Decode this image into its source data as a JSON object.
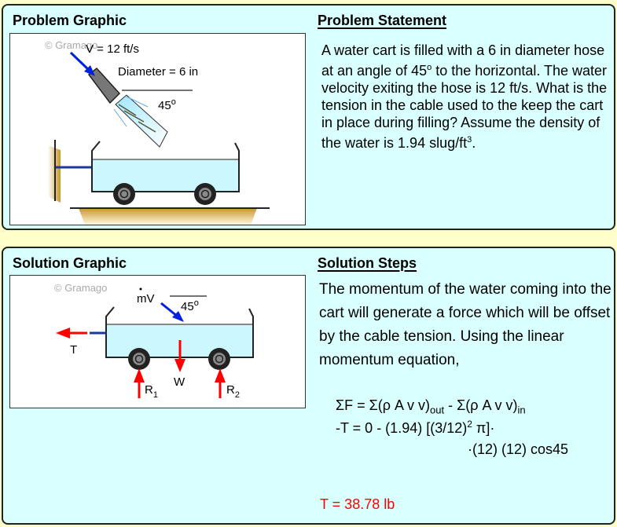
{
  "problem": {
    "graphic_title": "Problem Graphic",
    "statement_title": "Problem Statement",
    "statement_pre": "A water cart is filled with a 6 in diameter hose at an angle of 45",
    "statement_deg": "o",
    "statement_mid": " to the horizontal. The water velocity exiting the hose is 12 ft/s. What is the tension in the cable used to the keep the cart in place during filling? Assume the density of the water is 1.94 slug/ft",
    "statement_sup": "3",
    "statement_end": ".",
    "graphic": {
      "watermark": "© Gramago",
      "velocity_label": "V = 12 ft/s",
      "diameter_label": "Diameter = 6 in",
      "angle_label": "45",
      "angle_sup": "o"
    }
  },
  "solution": {
    "graphic_title": "Solution Graphic",
    "steps_title": "Solution Steps",
    "steps_text": "The momentum of the water coming into the cart will generate a force which will be offset by the cable tension. Using the linear momentum equation,",
    "graphic": {
      "watermark": "© Gramago",
      "mdot_label": "mV",
      "angle_label": "45",
      "angle_sup": "o",
      "tension_label": "T",
      "weight_label": "W",
      "r1_label": "R",
      "r1_sub": "1",
      "r2_label": "R",
      "r2_sub": "2"
    },
    "equations": {
      "line1_a": "ΣF = Σ(ρ A v v)",
      "line1_sub_out": "out",
      "line1_b": " - Σ(ρ A v v)",
      "line1_sub_in": "in",
      "line2_a": "-T = 0 - (1.94) [(3/12)",
      "line2_sup": "2",
      "line2_b": " π]·",
      "line3": "·(12) (12) cos45"
    },
    "answer": "T = 38.78 lb"
  },
  "colors": {
    "background": "#ffffcc",
    "panel": "#d9ffff",
    "answer": "#ff0000",
    "arrow_blue": "#0022dd",
    "force_red": "#ff0000"
  }
}
